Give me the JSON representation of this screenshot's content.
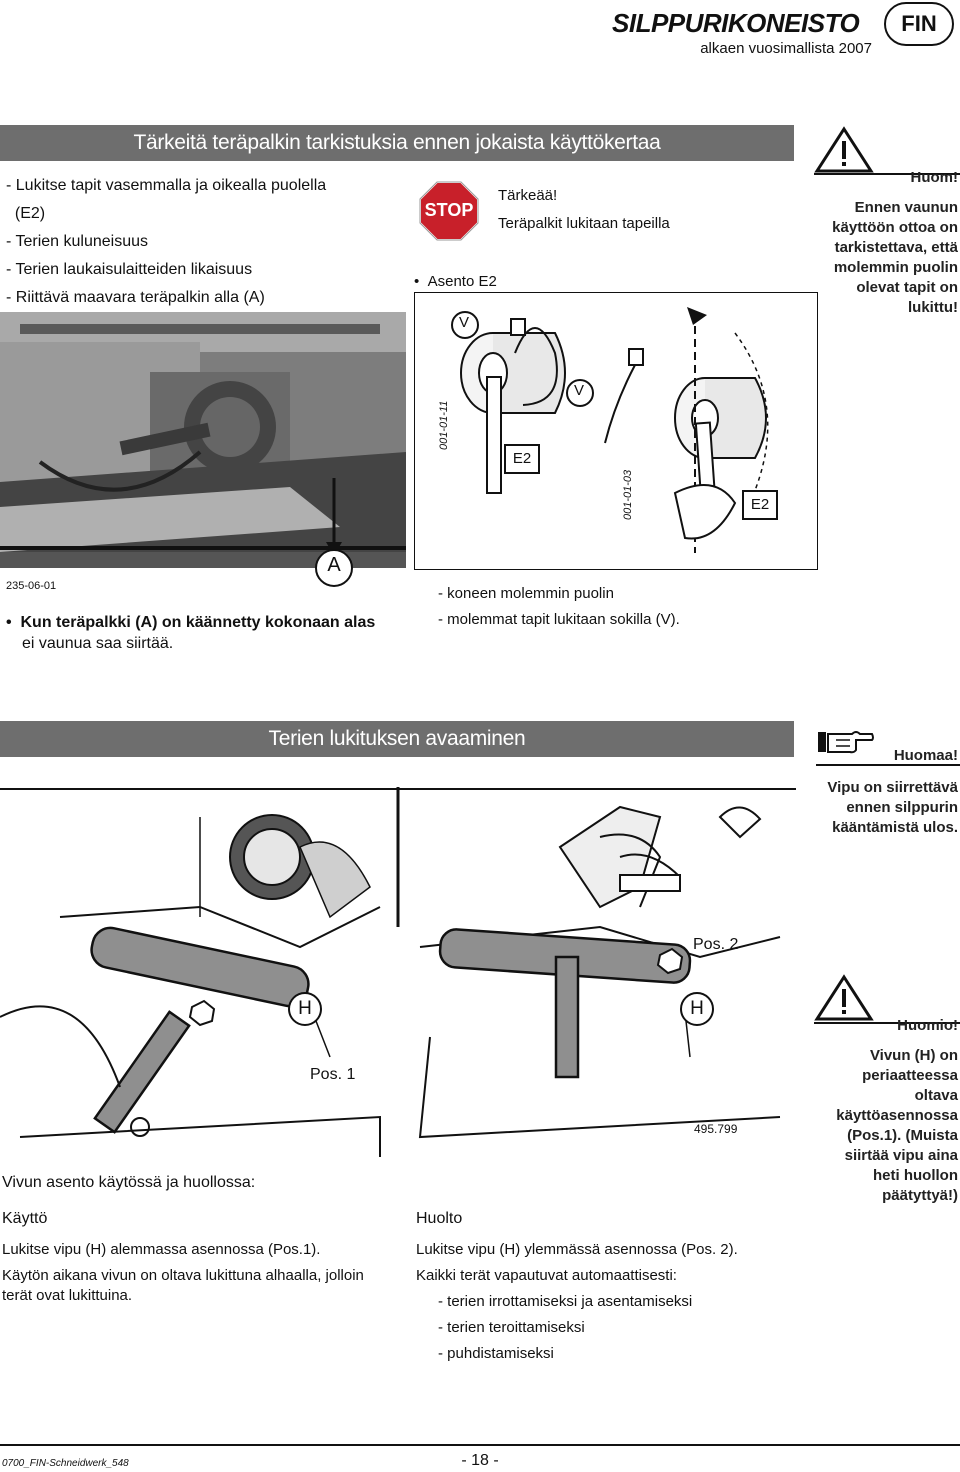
{
  "header": {
    "title": "SILPPURIKONEISTO",
    "lang": "FIN",
    "subtitle": "alkaen vuosimallista 2007"
  },
  "section1": {
    "title": "Tärkeitä teräpalkin tarkistuksia ennen jokaista käyttökertaa",
    "checks": [
      "- Lukitse tapit vasemmalla ja oikealla puolella",
      "  (E2)",
      "- Terien kuluneisuus",
      "- Terien laukaisulaitteiden likaisuus",
      "- Riittävä maavara teräpalkin alla (A)"
    ],
    "stop_label": "STOP",
    "important_title": "Tärkeää!",
    "important_text": "Teräpalkit lukitaan tapeilla",
    "position_bullet": "Asento E2",
    "warning": {
      "title": "Huom!",
      "lines": [
        "Ennen vaunun",
        "käyttöön ottoa on",
        "tarkistettava, että",
        "molemmin puolin",
        "olevat tapit on",
        "lukittu!"
      ]
    },
    "photo": {
      "id": "235-06-01",
      "label_a": "A"
    },
    "pin_figure": {
      "label_v1": "V",
      "label_v2": "V",
      "label_e2a": "E2",
      "label_e2b": "E2",
      "id1": "001-01-11",
      "id2": "001-01-03"
    },
    "bullet_text": [
      "Kun teräpalkki (A) on käännetty kokonaan alas",
      "ei vaunua saa siirtää."
    ],
    "dash_text": [
      "- koneen molemmin puolin",
      "- molemmat tapit lukitaan sokilla (V)."
    ]
  },
  "section2": {
    "title": "Terien lukituksen avaaminen",
    "note": {
      "title": "Huomaa!",
      "lines": [
        "Vipu on siirrettävä",
        "ennen silppurin",
        "kääntämistä ulos."
      ]
    },
    "warning": {
      "title": "Huomio!",
      "lines": [
        "Vivun (H) on",
        "periaatteessa",
        "oltava",
        "käyttöasennossa",
        "(Pos.1). (Muista",
        "siirtää vipu aina",
        "heti huollon",
        "päätyttyä!)"
      ]
    },
    "figure": {
      "pos1": "Pos. 1",
      "pos2": "Pos. 2",
      "h1": "H",
      "h2": "H",
      "fig_id": "495.799"
    },
    "lever_heading": "Vivun asento käytössä ja huollossa:",
    "use_title": "Käyttö",
    "use_lines": [
      "Lukitse vipu (H) alemmassa asennossa (Pos.1).",
      "Käytön aikana vivun on oltava lukittuna alhaalla, jolloin",
      "terät ovat lukittuina."
    ],
    "service_title": "Huolto",
    "service_lines": [
      "Lukitse vipu (H) ylemmässä asennossa (Pos. 2).",
      "Kaikki terät vapautuvat automaattisesti:"
    ],
    "service_items": [
      "- terien irrottamiseksi ja asentamiseksi",
      "- terien teroittamiseksi",
      "- puhdistamiseksi"
    ]
  },
  "footer": {
    "left": "0700_FIN-Schneidwerk_548",
    "page": "- 18 -"
  }
}
